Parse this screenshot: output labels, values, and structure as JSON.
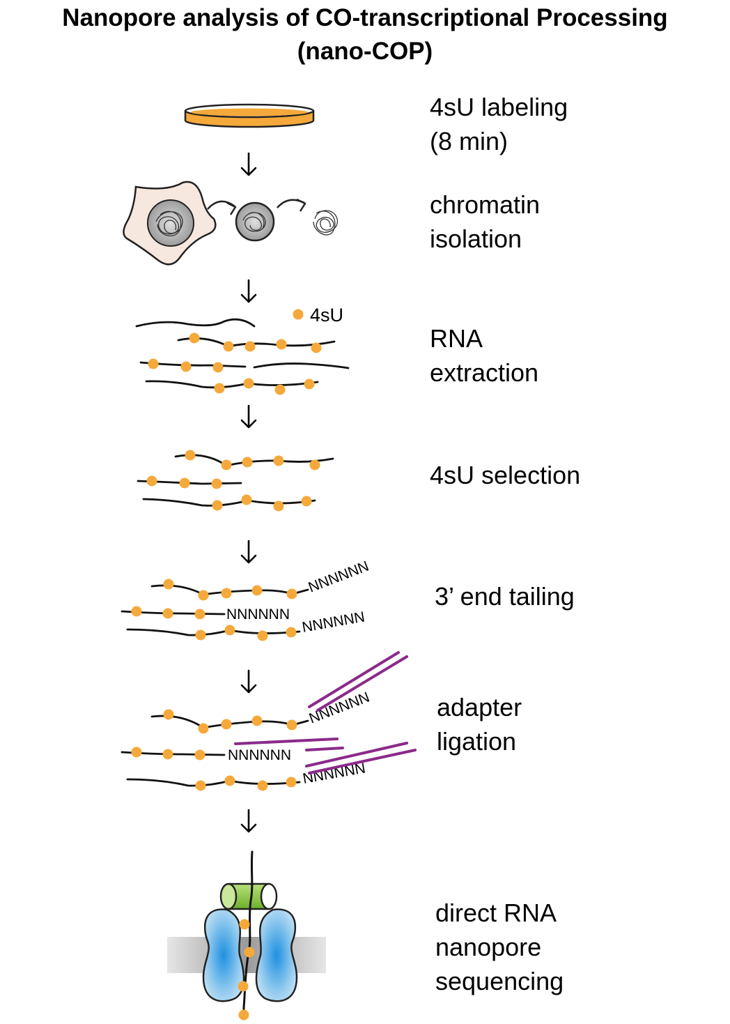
{
  "title": {
    "line1": "Nanopore analysis of CO-transcriptional Processing",
    "line2": "(nano-COP)"
  },
  "legend": {
    "label": "4sU",
    "color": "#F5A93B"
  },
  "steps": [
    {
      "line1": "4sU labeling",
      "line2": "(8 min)",
      "icon": "culture-dish-icon"
    },
    {
      "line1": "chromatin",
      "line2": "isolation",
      "icon": "cell-to-chromatin-icon"
    },
    {
      "line1": "RNA",
      "line2": "extraction",
      "icon": "rna-strands-icon"
    },
    {
      "line1": "4sU selection",
      "line2": "",
      "icon": "labeled-rna-strands-icon"
    },
    {
      "line1": "3’ end tailing",
      "line2": "",
      "icon": "tailed-rna-strands-icon"
    },
    {
      "line1": "adapter",
      "line2": "ligation",
      "icon": "adapter-ligated-rna-icon"
    },
    {
      "line1": "direct RNA",
      "line2": "nanopore",
      "line3": "sequencing",
      "icon": "nanopore-icon"
    }
  ],
  "tail_sequence": "NNNNNN",
  "colors": {
    "label_dot": "#F5A93B",
    "adapter": "#8B2A8A",
    "motor_protein": "#8CC63F",
    "pore_protein": "#3FA0E0",
    "membrane": "#A0A0A0",
    "cell_fill": "#F7E8DF"
  }
}
